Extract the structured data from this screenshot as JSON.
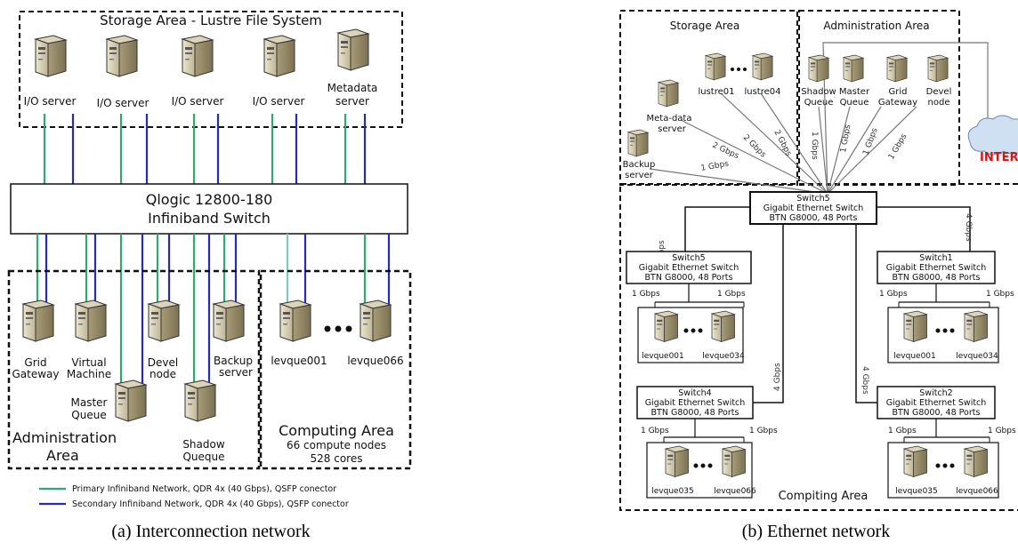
{
  "panel_a": {
    "storage_title": "Storage Area - Lustre File System",
    "io_server": "I/O server",
    "metadata_server": [
      "Metadata",
      "server"
    ],
    "switch_name": "Qlogic 12800-180",
    "switch_type": "Infiniband Switch",
    "admin": {
      "grid_gateway": [
        "Grid",
        "Gateway"
      ],
      "virtual_machine": [
        "Virtual",
        "Machine"
      ],
      "devel_node": [
        "Devel",
        "node"
      ],
      "backup_server": [
        "Backup",
        "server"
      ],
      "master_queue": [
        "Master",
        "Queue"
      ],
      "shadow_queue": [
        "Shadow",
        "Queque"
      ],
      "area_title": [
        "Administration",
        "Area"
      ]
    },
    "computing": {
      "first_node": "levque001",
      "last_node": "levque066",
      "title": "Computing Area",
      "nodes": "66 compute nodes",
      "cores": "528 cores"
    },
    "legend": {
      "primary": "Primary Infiniband Network, QDR 4x (40 Gbps), QSFP conector",
      "secondary": "Secondary Infiniband Network, QDR 4x (40 Gbps), QSFP conector",
      "primary_color": "#2eaa6e",
      "secondary_color": "#2a2ab8"
    },
    "caption": "(a) Interconnection network"
  },
  "panel_b": {
    "storage_title": "Storage Area",
    "admin_title": "Administration Area",
    "storage_nodes": {
      "lustre01": "lustre01",
      "lustre04": "lustre04",
      "metadata": [
        "Meta-data",
        "server"
      ],
      "backup": [
        "Backup",
        "server"
      ]
    },
    "admin_nodes": {
      "shadow": [
        "Shadow",
        "Queue"
      ],
      "master": [
        "Master",
        "Queue"
      ],
      "grid": [
        "Grid",
        "Gateway"
      ],
      "devel": [
        "Devel",
        "node"
      ]
    },
    "internet": "INTERNET",
    "link_labels": {
      "two_gbps": "2 Gbps",
      "one_gbps": "1 Gbps",
      "four_gbps": "4 Gbps"
    },
    "main_switch": [
      "Switch5",
      "Gigabit Ethernet Switch",
      "BTN G8000, 48 Ports"
    ],
    "switch_top_left": [
      "Switch5",
      "Gigabit Ethernet Switch",
      "BTN G8000, 48 Ports"
    ],
    "switch_top_right": [
      "Switch1",
      "Gigabit Ethernet Switch",
      "BTN G8000, 48 Ports"
    ],
    "switch_bottom_left": [
      "Switch4",
      "Gigabit Ethernet Switch",
      "BTN G8000, 48 Ports"
    ],
    "switch_bottom_right": [
      "Switch2",
      "Gigabit Ethernet Switch",
      "BTN G8000, 48 Ports"
    ],
    "groups": {
      "top_left": [
        "levque001",
        "levque034"
      ],
      "top_right": [
        "levque001",
        "levque034"
      ],
      "bottom_left": [
        "levque035",
        "levque066"
      ],
      "bottom_right": [
        "levque035",
        "levque066"
      ]
    },
    "computing_title": "Compiting Area",
    "caption": "(b) Ethernet network"
  }
}
